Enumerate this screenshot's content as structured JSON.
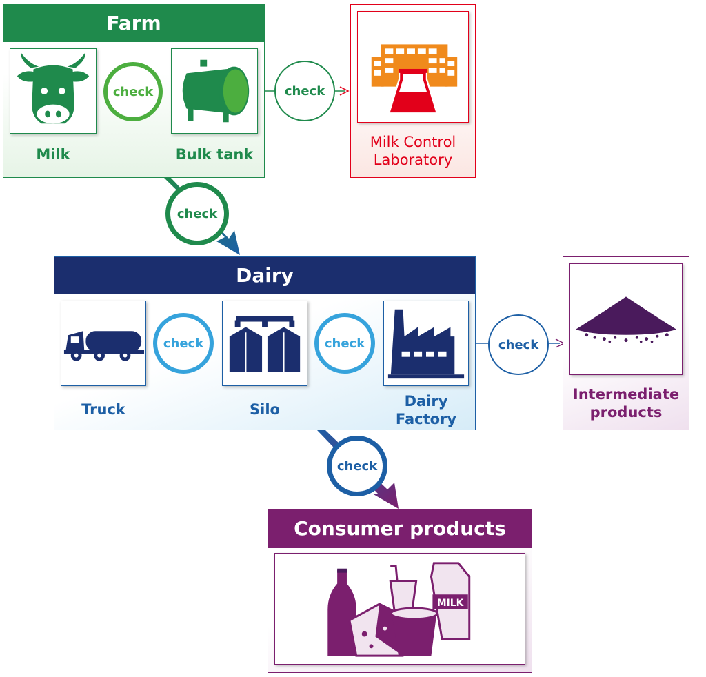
{
  "farm": {
    "title": "Farm",
    "milk_label": "Milk",
    "bulk_tank_label": "Bulk tank",
    "inner_check": "check"
  },
  "milk_control_lab": {
    "label": "Milk Control Laboratory",
    "line1": "Milk Control",
    "line2": "Laboratory"
  },
  "checks": {
    "farm_to_lab": "check",
    "farm_to_dairy": "check",
    "dairy_to_intermediate": "check",
    "dairy_to_consumer": "check"
  },
  "dairy": {
    "title": "Dairy",
    "truck_label": "Truck",
    "silo_label": "Silo",
    "factory_line1": "Dairy",
    "factory_line2": "Factory",
    "check_truck_silo": "check",
    "check_silo_factory": "check"
  },
  "intermediate_products": {
    "line1": "Intermediate",
    "line2": "products"
  },
  "consumer_products": {
    "title": "Consumer products",
    "milk_carton_text": "MILK"
  },
  "colors": {
    "farm_green": "#1f8a4c",
    "farm_light_green": "#4cae3f",
    "lab_red": "#e2001a",
    "lab_orange": "#f08a1c",
    "dairy_navy": "#1b2e6e",
    "dairy_blue": "#1d5fa5",
    "dairy_light_blue": "#36a3dc",
    "purple": "#7b1f6e",
    "dark_purple": "#4a1a5c"
  }
}
